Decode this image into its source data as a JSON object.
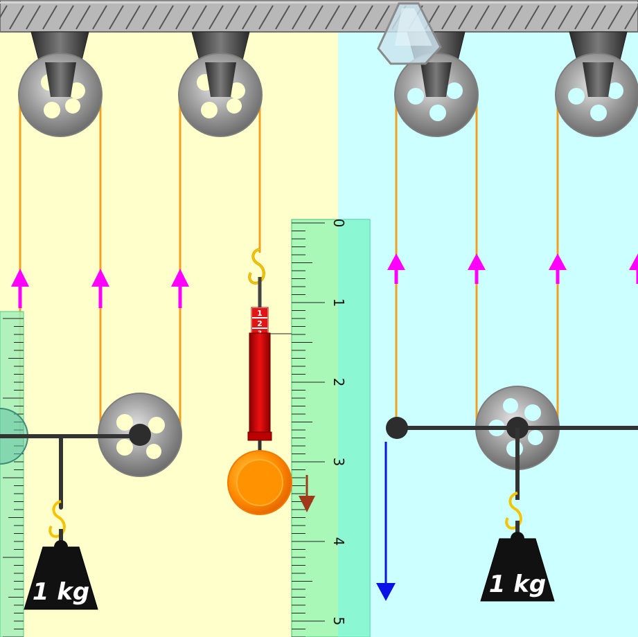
{
  "scene": {
    "weight_left_label": "1 kg",
    "weight_right_label": "1 kg",
    "ruler_ticks": [
      "0",
      "1",
      "2",
      "3",
      "4",
      "5"
    ],
    "spring_scale_marks": [
      "1",
      "2",
      "3"
    ]
  },
  "colors": {
    "left_panel_bg": "#ffffcc",
    "right_panel_bg": "#ccffff",
    "ceiling": "#bdbdbd",
    "rope": "#f2a01e",
    "tension_arrow": "#ff00ff",
    "force_arrow": "#0a12e6",
    "small_arrow": "#a0391a",
    "ruler": "#7cf3b4",
    "spring_scale": "#dd0000",
    "ball": "#ff8a00",
    "hook": "#f5c400"
  }
}
